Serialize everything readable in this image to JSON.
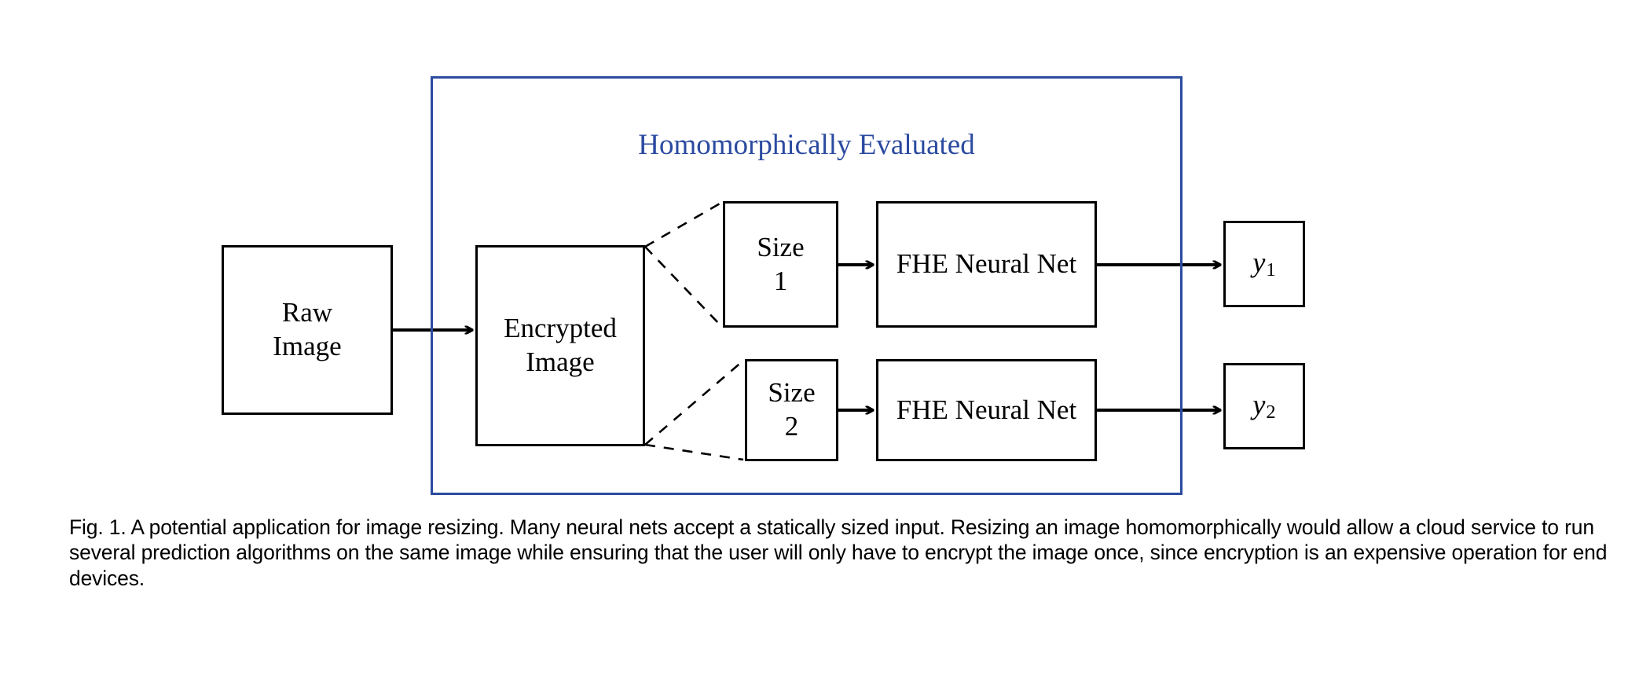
{
  "figure": {
    "region": {
      "title": "Homomorphically Evaluated",
      "border_color": "#2b4ba0",
      "title_color": "#2b4ba0"
    },
    "nodes": {
      "raw_image": {
        "line1": "Raw",
        "line2": "Image"
      },
      "encrypted": {
        "line1": "Encrypted",
        "line2": "Image"
      },
      "size1": {
        "line1": "Size",
        "line2": "1"
      },
      "size2": {
        "line1": "Size",
        "line2": "2"
      },
      "nn1": {
        "label": "FHE Neural Net"
      },
      "nn2": {
        "label": "FHE Neural Net"
      },
      "y1": {
        "var": "y",
        "subscript": "1"
      },
      "y2": {
        "var": "y",
        "subscript": "2"
      }
    }
  },
  "caption": {
    "text": "Fig. 1. A potential application for image resizing. Many neural nets accept a statically sized input. Resizing an image homomorphically would allow a cloud service to run several prediction algorithms on the same image while ensuring that the user will only have to encrypt the image once, since encryption is an expensive operation for end devices."
  }
}
